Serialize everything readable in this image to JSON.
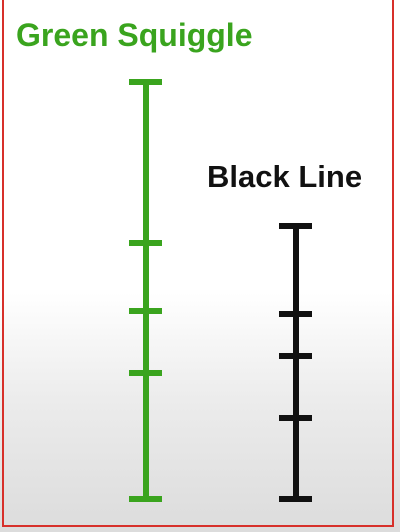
{
  "diagram": {
    "green_squiggle": {
      "label": "Green Squiggle",
      "color": "#3aa41e",
      "segment_count": 4
    },
    "black_line": {
      "label": "Black Line",
      "color": "#111111",
      "segment_count": 4
    },
    "frame_color": "#d7302a"
  }
}
